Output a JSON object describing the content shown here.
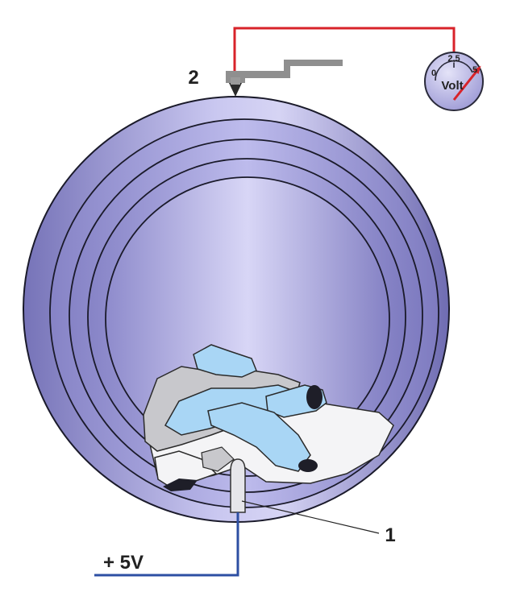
{
  "labels": {
    "sensor_number": "2",
    "electrode_number": "1",
    "supply_voltage": "+ 5V"
  },
  "voltmeter": {
    "unit": "Volt",
    "scale_min": "0",
    "scale_mid": "2,5",
    "scale_max": "5",
    "needle_fraction": 0.82
  },
  "colors": {
    "drum_outer": "#9a97d4",
    "drum_inner": "#c2c0ee",
    "signal_wire": "#d8232a",
    "supply_wire": "#2d4fa3",
    "sensor_bar": "#8f8f8f",
    "laundry_blue": "#a9d6f5",
    "laundry_grey": "#c8c8cc",
    "laundry_white": "#f4f4f6",
    "gauge_face": "#c9c7ef"
  },
  "icons": {
    "voltmeter": "voltmeter-gauge-icon",
    "sensor": "humidity-sensor-icon"
  }
}
